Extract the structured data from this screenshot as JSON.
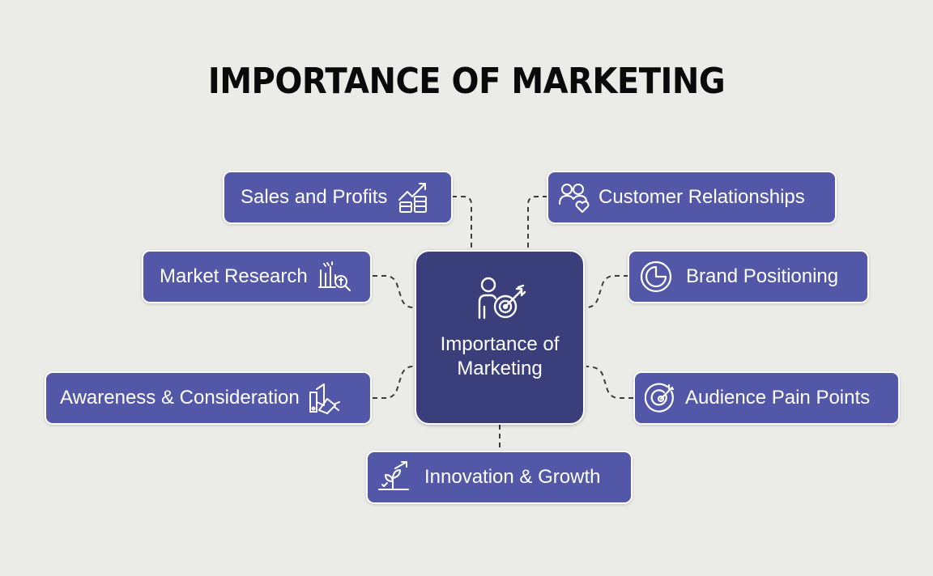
{
  "title": "IMPORTANCE OF MARKETING",
  "center": {
    "label": "Importance of Marketing",
    "icon": "person-target-icon"
  },
  "nodes": {
    "sales": {
      "label": "Sales and Profits",
      "icon": "growth-chart-icon"
    },
    "research": {
      "label": "Market Research",
      "icon": "research-chart-icon"
    },
    "awareness": {
      "label": "Awareness & Consideration",
      "icon": "megaphone-icon"
    },
    "customer": {
      "label": "Customer Relationships",
      "icon": "people-heart-icon"
    },
    "brand": {
      "label": "Brand Positioning",
      "icon": "pie-segment-icon"
    },
    "pain": {
      "label": "Audience Pain Points",
      "icon": "target-icon"
    },
    "innovation": {
      "label": "Innovation & Growth",
      "icon": "plant-growth-icon"
    }
  },
  "colors": {
    "node_fill": "#5257a7",
    "center_fill": "#3a3f7c",
    "background": "#ebebe7",
    "connector": "#3b3b3b"
  }
}
